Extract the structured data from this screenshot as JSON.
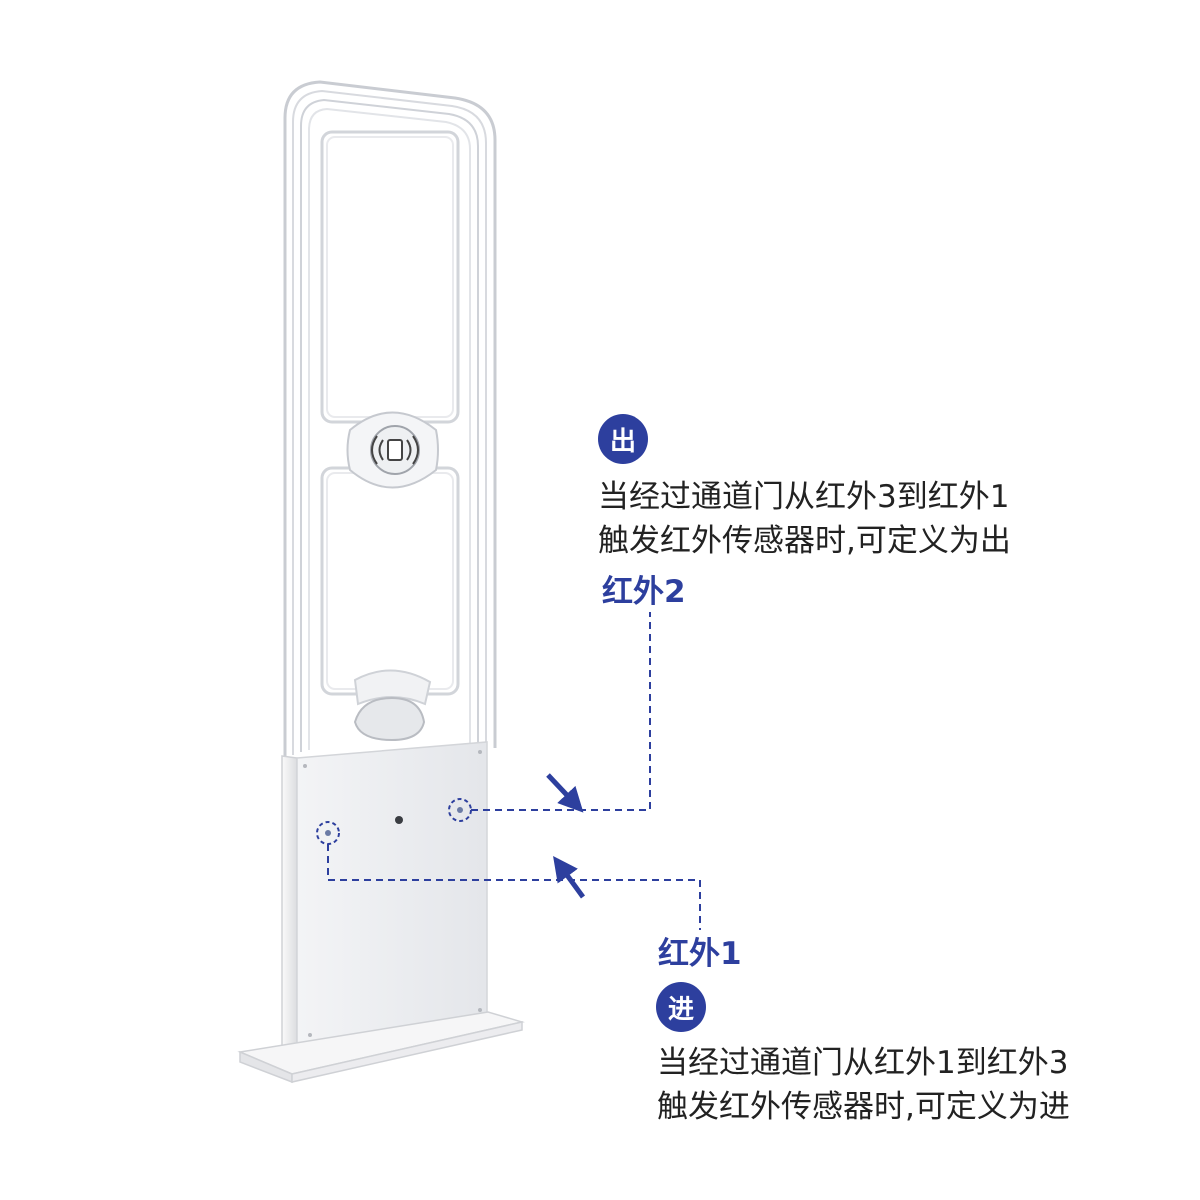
{
  "exit": {
    "badge": "出",
    "line1": "当经过通道门从红外3到红外1",
    "line2": "触发红外传感器时,可定义为出"
  },
  "enter": {
    "badge": "进",
    "line1": "当经过通道门从红外1到红外3",
    "line2": "触发红外传感器时,可定义为进"
  },
  "sensors": {
    "ir2": "红外2",
    "ir1": "红外1"
  },
  "colors": {
    "accent": "#2d3f9e",
    "text": "#222222"
  }
}
